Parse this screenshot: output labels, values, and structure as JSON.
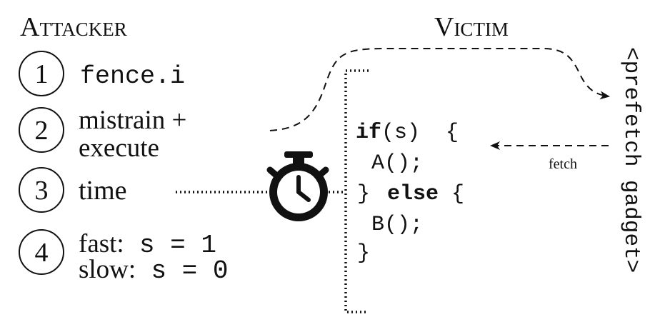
{
  "attacker": {
    "title": "Attacker",
    "steps": [
      {
        "number": "1",
        "code": "fence.i"
      },
      {
        "number": "2",
        "line1": "mistrain +",
        "line2": "execute"
      },
      {
        "number": "3",
        "text": "time"
      },
      {
        "number": "4",
        "fast_label": "fast:",
        "fast_code": "s = 1",
        "slow_label": "slow:",
        "slow_code": "s = 0"
      }
    ]
  },
  "victim": {
    "title": "Victim",
    "code": {
      "if_kw": "if",
      "if_rest": "(s)  {",
      "a_call": "A();",
      "close_open": "} ",
      "else_kw": "else",
      "else_brace": " {",
      "b_call": "B();",
      "close": "}"
    }
  },
  "gadget": {
    "label": "<prefetch gadget>",
    "arrow_label": "fetch"
  },
  "icons": {
    "timer": "stopwatch-icon"
  }
}
